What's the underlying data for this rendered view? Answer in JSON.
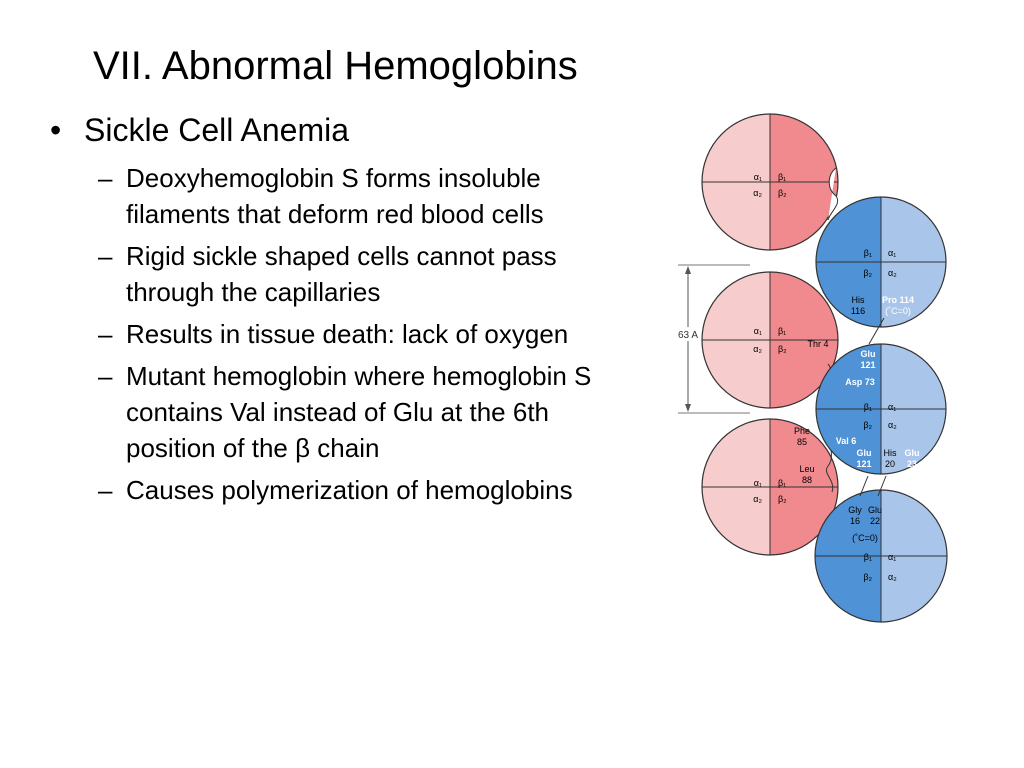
{
  "slide": {
    "title": "VII. Abnormal Hemoglobins",
    "bullet": "Sickle Cell Anemia",
    "sub_bullets": [
      "Deoxyhemoglobin S forms insoluble filaments that deform red blood cells",
      "Rigid sickle shaped cells cannot pass through the capillaries",
      "Results in tissue death: lack of oxygen",
      "Mutant hemoglobin where hemoglobin S contains Val instead of Glu at the 6th position of the β chain",
      "Causes polymerization of hemoglobins"
    ]
  },
  "diagram": {
    "colors": {
      "pink_light": "#f7cccc",
      "pink_dark": "#f08a8e",
      "blue_light": "#a9c6ea",
      "blue_dark": "#4f92d6"
    },
    "distance_label": "63 A",
    "subunits": {
      "a1": "α₁",
      "a2": "α₂",
      "b1": "β₁",
      "b2": "β₂"
    },
    "residues": {
      "his116": [
        "His",
        "116"
      ],
      "pro114": [
        "Pro 114",
        "(˚C=0)"
      ],
      "thr4": "Thr 4",
      "glu121_top": [
        "Glu",
        "121"
      ],
      "asp73": "Asp 73",
      "phe85": [
        "Phe",
        "85"
      ],
      "leu88": [
        "Leu",
        "88"
      ],
      "val6": "Val 6",
      "glu121_mid": [
        "Glu",
        "121"
      ],
      "his20": [
        "His",
        "20"
      ],
      "glu23": [
        "Glu",
        "23"
      ],
      "gly16": [
        "Gly",
        "16"
      ],
      "glu22": [
        "Glu",
        "22"
      ],
      "co_bottom": "(˚C=0)"
    }
  }
}
